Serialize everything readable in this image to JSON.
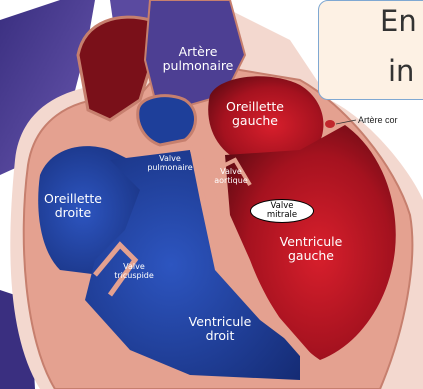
{
  "colors": {
    "background": "#ffffff",
    "myocardium": "#e4a190",
    "myocardium_outline": "#c67f6e",
    "outer_shadow": "#f3d8cf",
    "oxygen_poor": "#1e3f9a",
    "oxygen_poor_dark": "#142a72",
    "oxygen_rich": "#a5121f",
    "oxygen_rich_dark": "#5a0a12",
    "vessel_blue": "#4d3f93",
    "title_box_fill": "#fdf1e4",
    "title_box_border": "#7fa8d2"
  },
  "title": {
    "line1": "En",
    "line2": "in"
  },
  "labels": {
    "artere_pulmonaire": "Artère pulmonaire",
    "oreillette_gauche": "Oreillette gauche",
    "oreillette_droite": "Oreillette droite",
    "valve_pulmonaire": "Valve pulmonaire",
    "valve_aortique": "Valve aortique",
    "valve_mitrale": "Valve mitrale",
    "valve_tricuspide": "Valve tricuspide",
    "ventricule_gauche": "Ventricule gauche",
    "ventricule_droit": "Ventricule droit",
    "artere_coronaire": "Artère cor"
  }
}
